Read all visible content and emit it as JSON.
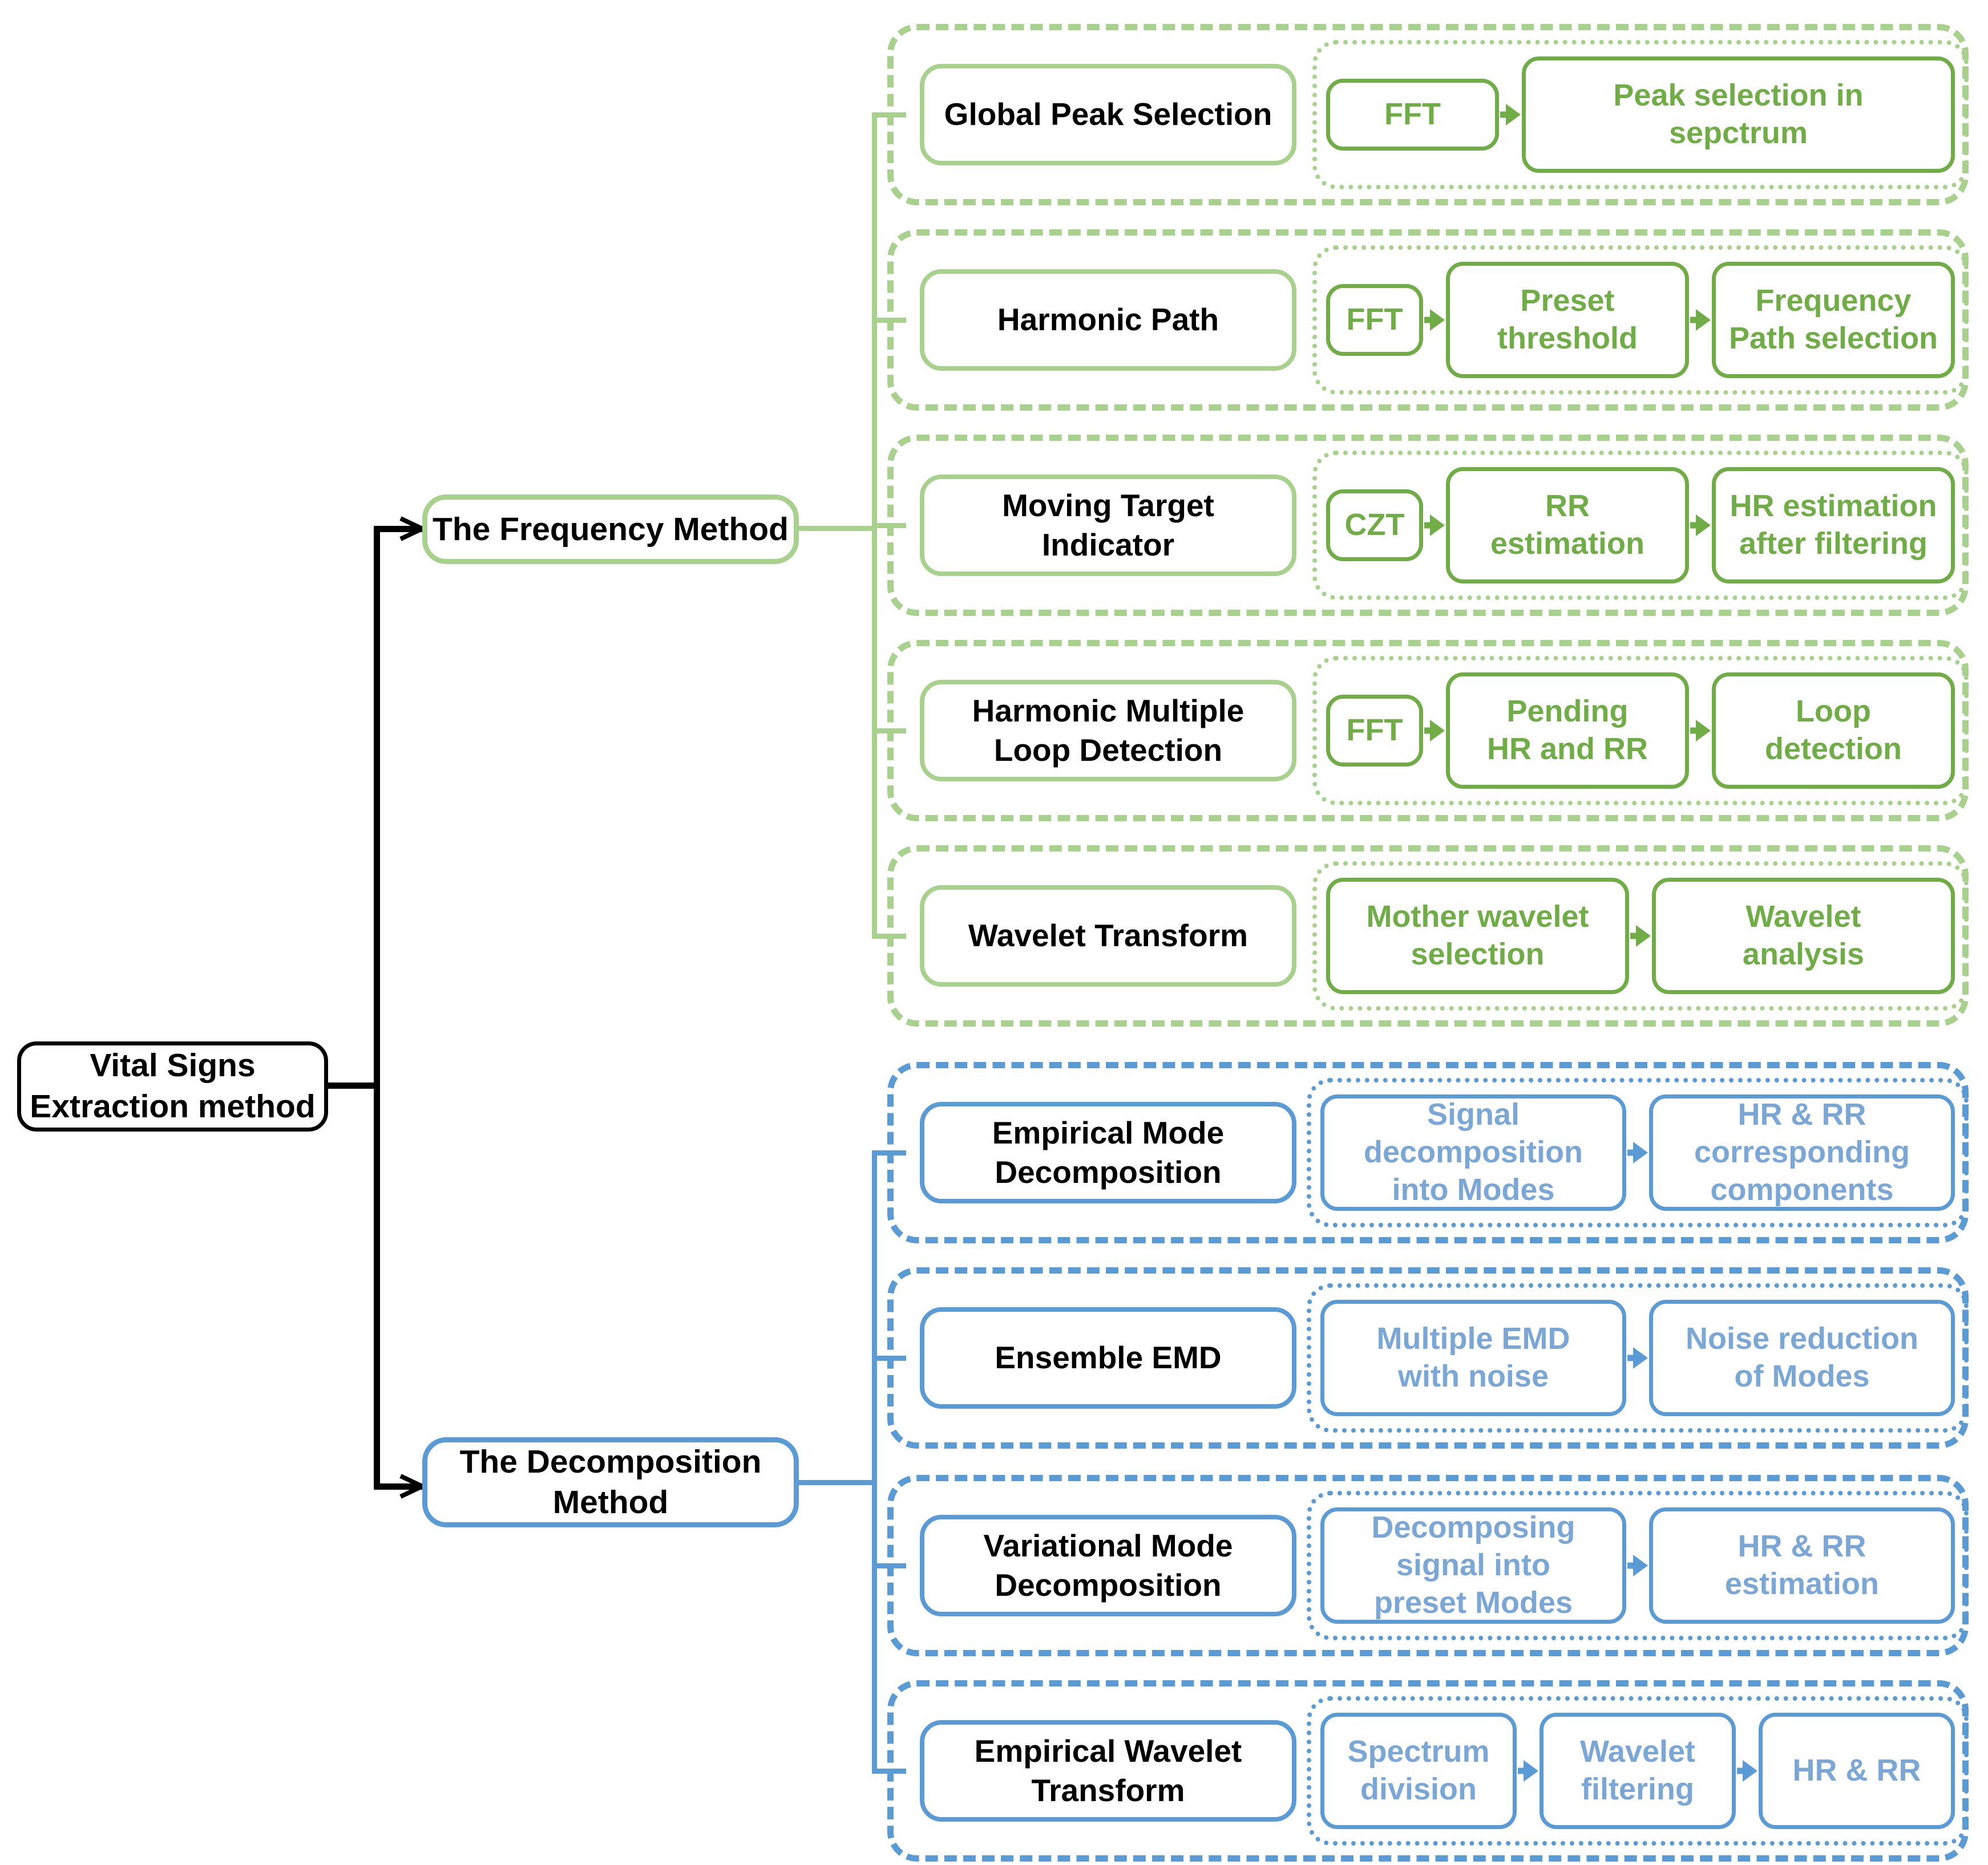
{
  "diagram": {
    "title": "Vital Signs Extraction method taxonomy",
    "root": {
      "label": "Vital Signs\nExtraction method"
    },
    "colors": {
      "black": "#000000",
      "green_light": "#A9D18E",
      "green_dark": "#70AD47",
      "blue": "#5B9BD5",
      "blue_text": "#7BA7D7"
    },
    "branches": [
      {
        "id": "frequency",
        "label": "The Frequency Method",
        "accent": "#A9D18E",
        "rows": [
          {
            "method": "Global Peak Selection",
            "steps": [
              {
                "label": "FFT",
                "kind": "transform"
              },
              {
                "label": "Peak selection in\nsepctrum",
                "kind": "stage"
              }
            ]
          },
          {
            "method": "Harmonic Path",
            "steps": [
              {
                "label": "FFT",
                "kind": "transform"
              },
              {
                "label": "Preset\nthreshold",
                "kind": "stage"
              },
              {
                "label": "Frequency\nPath selection",
                "kind": "stage"
              }
            ]
          },
          {
            "method": "Moving Target\nIndicator",
            "steps": [
              {
                "label": "CZT",
                "kind": "transform"
              },
              {
                "label": "RR\nestimation",
                "kind": "stage"
              },
              {
                "label": "HR estimation\nafter filtering",
                "kind": "stage"
              }
            ]
          },
          {
            "method": "Harmonic Multiple\nLoop Detection",
            "steps": [
              {
                "label": "FFT",
                "kind": "transform"
              },
              {
                "label": "Pending\nHR and RR",
                "kind": "stage"
              },
              {
                "label": "Loop\ndetection",
                "kind": "stage"
              }
            ]
          },
          {
            "method": "Wavelet Transform",
            "steps": [
              {
                "label": "Mother wavelet\nselection",
                "kind": "stage"
              },
              {
                "label": "Wavelet\nanalysis",
                "kind": "stage"
              }
            ]
          }
        ]
      },
      {
        "id": "decomposition",
        "label": "The Decomposition\nMethod",
        "accent": "#5B9BD5",
        "rows": [
          {
            "method": "Empirical Mode\nDecomposition",
            "steps": [
              {
                "label": "Signal\ndecomposition\ninto Modes",
                "kind": "stage"
              },
              {
                "label": "HR & RR\ncorresponding\ncomponents",
                "kind": "stage"
              }
            ]
          },
          {
            "method": "Ensemble EMD",
            "steps": [
              {
                "label": "Multiple EMD\nwith noise",
                "kind": "stage"
              },
              {
                "label": "Noise reduction\nof Modes",
                "kind": "stage"
              }
            ]
          },
          {
            "method": "Variational Mode\nDecomposition",
            "steps": [
              {
                "label": "Decomposing\nsignal into\npreset Modes",
                "kind": "stage"
              },
              {
                "label": "HR & RR\nestimation",
                "kind": "stage"
              }
            ]
          },
          {
            "method": "Empirical Wavelet\nTransform",
            "steps": [
              {
                "label": "Spectrum\ndivision",
                "kind": "stage"
              },
              {
                "label": "Wavelet\nfiltering",
                "kind": "stage"
              },
              {
                "label": "HR & RR",
                "kind": "stage"
              }
            ]
          }
        ]
      }
    ]
  }
}
